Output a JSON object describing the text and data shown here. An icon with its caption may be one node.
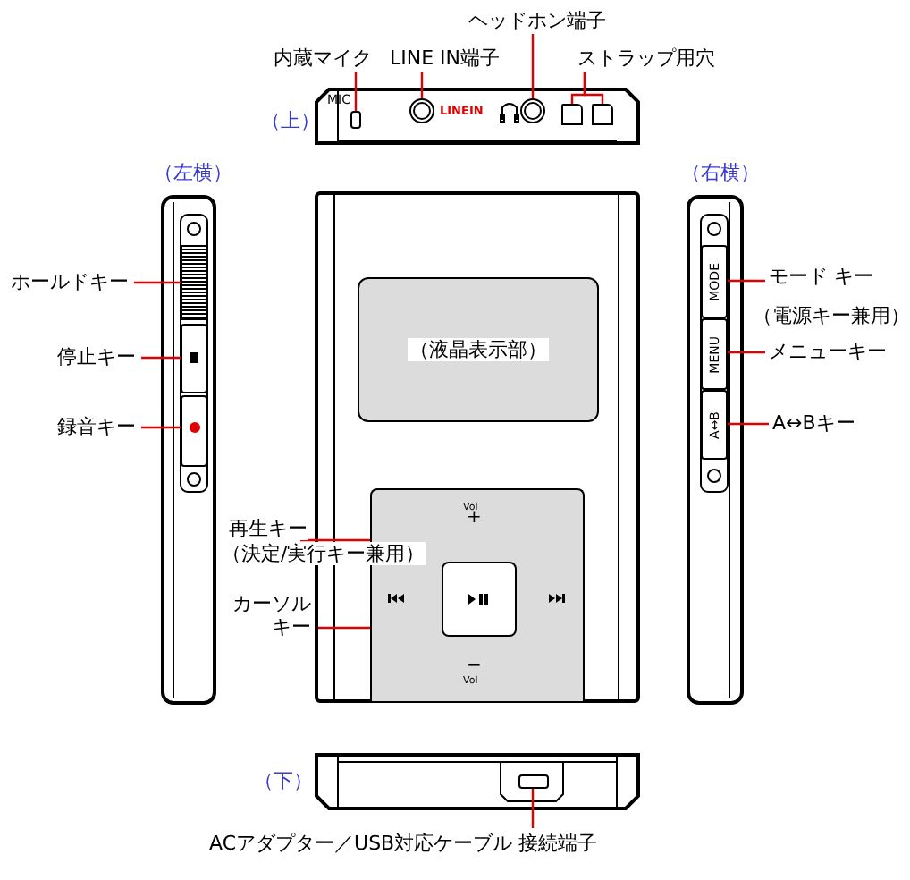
{
  "diagram": {
    "nodes": [
      {
        "text": [
          "内蔵マイク"
        ]
      },
      {
        "text": [
          "LINE IN端子"
        ]
      },
      {
        "text": [
          "ヘッドホン端子"
        ]
      },
      {
        "text": [
          "ストラップ用穴"
        ]
      },
      {
        "text": [],
        "shape": "box",
        "beside": [
          "MIC"
        ]
      },
      {
        "text": [],
        "shape": "circle",
        "beside": [
          "LINEIN"
        ]
      },
      {
        "text": [],
        "shape": "circle"
      },
      {
        "text": [],
        "shape": "box"
      },
      {
        "text": [],
        "shape": "box"
      },
      {
        "text": [
          "ホールドキー"
        ]
      },
      {
        "text": [
          "停止キー"
        ]
      },
      {
        "text": [
          "録音キー"
        ]
      },
      {
        "text": [],
        "shape": "box"
      },
      {
        "text": [],
        "shape": "box"
      },
      {
        "text": [],
        "shape": "box"
      },
      {
        "text": [
          "（液晶表示部）"
        ]
      },
      {
        "text": [
          "再生キー",
          "（決定/実行キー兼用）"
        ]
      },
      {
        "text": [
          "カーソルキー"
        ]
      },
      {
        "text": [],
        "shape": "box"
      },
      {
        "text": [],
        "shape": "box",
        "in": 18
      },
      {
        "text": [
          "モード キー",
          "（電源キー兼用）"
        ]
      },
      {
        "text": [
          "メニューキー"
        ]
      },
      {
        "text": [
          "A↔Bキー"
        ]
      },
      {
        "text": [
          "MODE"
        ]
      },
      {
        "text": [
          "MENU"
        ]
      },
      {
        "text": [
          "A↔B"
        ]
      },
      {
        "text": [
          "ACアダプター／USB対応ケーブル 接続端子"
        ]
      },
      {
        "text": [],
        "shape": "box"
      }
    ],
    "edges": [
      {
        "from": 0,
        "to": 4,
        "arrow": "none"
      },
      {
        "from": 1,
        "to": 5,
        "arrow": "none"
      },
      {
        "from": 2,
        "to": 6,
        "arrow": "none"
      },
      {
        "from": 3,
        "to": 7,
        "arrow": "none"
      },
      {
        "from": 3,
        "to": 8,
        "arrow": "none"
      },
      {
        "from": 9,
        "to": 12,
        "arrow": "none"
      },
      {
        "from": 10,
        "to": 13,
        "arrow": "none"
      },
      {
        "from": 11,
        "to": 14,
        "arrow": "none"
      },
      {
        "from": 16,
        "to": 19,
        "arrow": "none"
      },
      {
        "from": 17,
        "to": 18,
        "arrow": "none"
      },
      {
        "from": 20,
        "to": 23,
        "arrow": "none"
      },
      {
        "from": 21,
        "to": 24,
        "arrow": "none"
      },
      {
        "from": 22,
        "to": 25,
        "arrow": "none"
      },
      {
        "from": 26,
        "to": 27,
        "arrow": "none"
      }
    ],
    "labels": [
      "（上）",
      "（左横）",
      "（右横）",
      "Vol",
      "+",
      "−",
      "Vol",
      "（下）"
    ]
  }
}
